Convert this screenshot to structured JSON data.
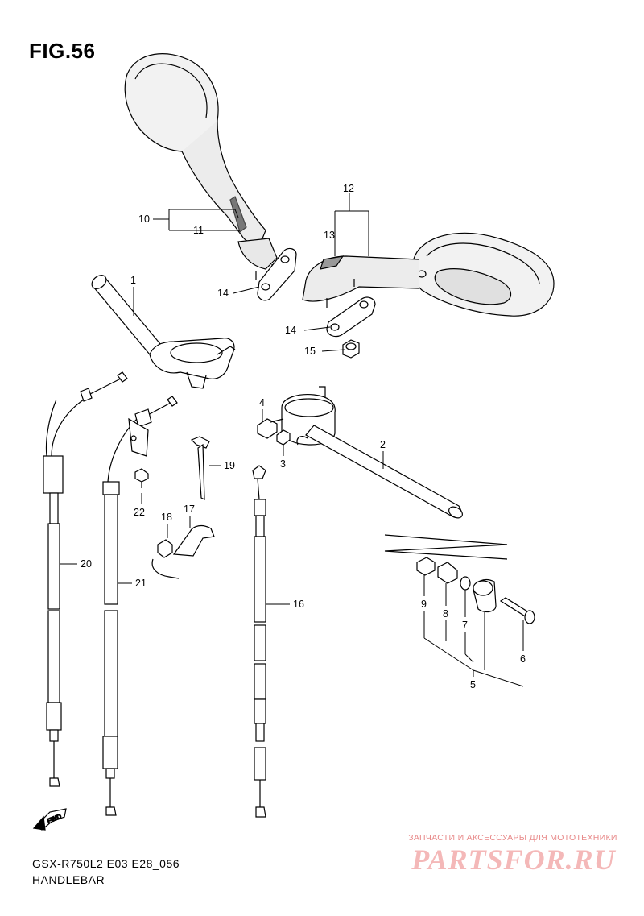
{
  "title": "FIG.56",
  "footer": {
    "model_code": "GSX-R750L2 E03 E28_056",
    "section": "HANDLEBAR"
  },
  "watermark": {
    "caption": "ЗАПЧАСТИ И АКСЕССУАРЫ ДЛЯ МОТОТЕХНИКИ",
    "brand": "PARTSFOR.RU"
  },
  "fwd_label": "FWD",
  "labels": {
    "n1": "1",
    "n2": "2",
    "n3": "3",
    "n4": "4",
    "n5": "5",
    "n6": "6",
    "n7": "7",
    "n8": "8",
    "n9": "9",
    "n10": "10",
    "n11": "11",
    "n12": "12",
    "n13": "13",
    "n14a": "14",
    "n14b": "14",
    "n15": "15",
    "n16": "16",
    "n17": "17",
    "n18": "18",
    "n19": "19",
    "n20": "20",
    "n21": "21",
    "n22": "22"
  }
}
